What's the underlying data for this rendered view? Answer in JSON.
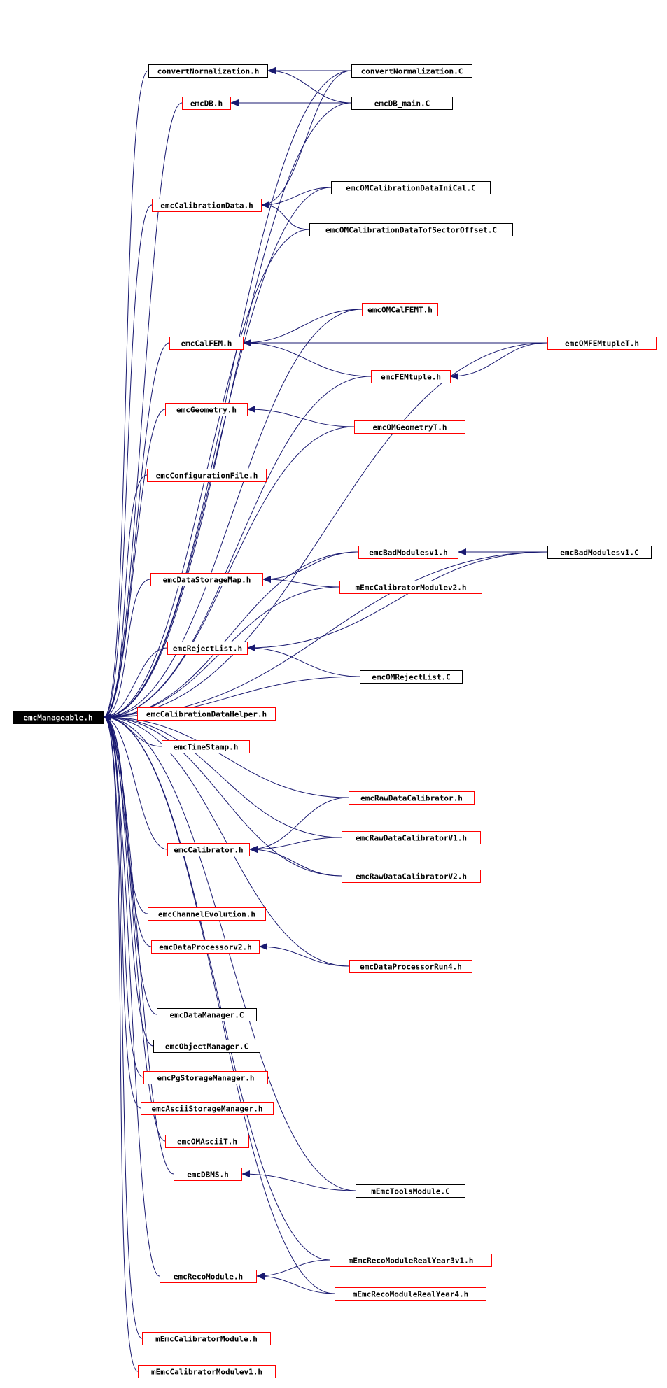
{
  "colors": {
    "edge": "#191970",
    "arrow": "#191970",
    "border_red": "#ff0000",
    "border_black": "#000000",
    "root_fill": "#000000",
    "root_text": "#ffffff",
    "text": "#000000"
  },
  "nodes": [
    {
      "id": "root",
      "label": "emcManageable.h",
      "style": "root"
    },
    {
      "id": "convNormH",
      "label": "convertNormalization.h",
      "style": "black"
    },
    {
      "id": "convNormC",
      "label": "convertNormalization.C",
      "style": "black"
    },
    {
      "id": "emcDBh",
      "label": "emcDB.h",
      "style": "red"
    },
    {
      "id": "emcDBmain",
      "label": "emcDB_main.C",
      "style": "black"
    },
    {
      "id": "calIniCal",
      "label": "emcOMCalibrationDataIniCal.C",
      "style": "black"
    },
    {
      "id": "calDataH",
      "label": "emcCalibrationData.h",
      "style": "red"
    },
    {
      "id": "calTof",
      "label": "emcOMCalibrationDataTofSectorOffset.C",
      "style": "black"
    },
    {
      "id": "omCalFEMT",
      "label": "emcOMCalFEMT.h",
      "style": "red"
    },
    {
      "id": "calFEM",
      "label": "emcCalFEM.h",
      "style": "red"
    },
    {
      "id": "omFEMtupleT",
      "label": "emcOMFEMtupleT.h",
      "style": "red"
    },
    {
      "id": "femTuple",
      "label": "emcFEMtuple.h",
      "style": "red"
    },
    {
      "id": "geom",
      "label": "emcGeometry.h",
      "style": "red"
    },
    {
      "id": "omGeomT",
      "label": "emcOMGeometryT.h",
      "style": "red"
    },
    {
      "id": "confFile",
      "label": "emcConfigurationFile.h",
      "style": "red"
    },
    {
      "id": "badModv1h",
      "label": "emcBadModulesv1.h",
      "style": "red"
    },
    {
      "id": "badModv1C",
      "label": "emcBadModulesv1.C",
      "style": "black"
    },
    {
      "id": "dsMap",
      "label": "emcDataStorageMap.h",
      "style": "red"
    },
    {
      "id": "mCalModv2",
      "label": "mEmcCalibratorModulev2.h",
      "style": "red"
    },
    {
      "id": "rejList",
      "label": "emcRejectList.h",
      "style": "red"
    },
    {
      "id": "omRejList",
      "label": "emcOMRejectList.C",
      "style": "black"
    },
    {
      "id": "calHelper",
      "label": "emcCalibrationDataHelper.h",
      "style": "red"
    },
    {
      "id": "timeStamp",
      "label": "emcTimeStamp.h",
      "style": "red"
    },
    {
      "id": "rawCal",
      "label": "emcRawDataCalibrator.h",
      "style": "red"
    },
    {
      "id": "rawCalV1",
      "label": "emcRawDataCalibratorV1.h",
      "style": "red"
    },
    {
      "id": "calibratorH",
      "label": "emcCalibrator.h",
      "style": "red"
    },
    {
      "id": "rawCalV2",
      "label": "emcRawDataCalibratorV2.h",
      "style": "red"
    },
    {
      "id": "chanEvo",
      "label": "emcChannelEvolution.h",
      "style": "red"
    },
    {
      "id": "dpv2",
      "label": "emcDataProcessorv2.h",
      "style": "red"
    },
    {
      "id": "dpRun4",
      "label": "emcDataProcessorRun4.h",
      "style": "red"
    },
    {
      "id": "dataMgr",
      "label": "emcDataManager.C",
      "style": "black"
    },
    {
      "id": "objMgr",
      "label": "emcObjectManager.C",
      "style": "black"
    },
    {
      "id": "pgStore",
      "label": "emcPgStorageManager.h",
      "style": "red"
    },
    {
      "id": "asciiStore",
      "label": "emcAsciiStorageManager.h",
      "style": "red"
    },
    {
      "id": "omAsciiT",
      "label": "emcOMAsciiT.h",
      "style": "red"
    },
    {
      "id": "dbms",
      "label": "emcDBMS.h",
      "style": "red"
    },
    {
      "id": "toolsMod",
      "label": "mEmcToolsModule.C",
      "style": "black"
    },
    {
      "id": "recoYear3",
      "label": "mEmcRecoModuleRealYear3v1.h",
      "style": "red"
    },
    {
      "id": "recoMod",
      "label": "emcRecoModule.h",
      "style": "red"
    },
    {
      "id": "recoYear4",
      "label": "mEmcRecoModuleRealYear4.h",
      "style": "red"
    },
    {
      "id": "mCalMod",
      "label": "mEmcCalibratorModule.h",
      "style": "red"
    },
    {
      "id": "mCalModv1",
      "label": "mEmcCalibratorModulev1.h",
      "style": "red"
    }
  ],
  "edges": [
    [
      "convNormH",
      "root"
    ],
    [
      "convNormC",
      "root"
    ],
    [
      "emcDBh",
      "root"
    ],
    [
      "emcDBmain",
      "root"
    ],
    [
      "calIniCal",
      "root"
    ],
    [
      "calDataH",
      "root"
    ],
    [
      "calTof",
      "root"
    ],
    [
      "omCalFEMT",
      "root"
    ],
    [
      "calFEM",
      "root"
    ],
    [
      "omFEMtupleT",
      "root"
    ],
    [
      "femTuple",
      "root"
    ],
    [
      "geom",
      "root"
    ],
    [
      "omGeomT",
      "root"
    ],
    [
      "confFile",
      "root"
    ],
    [
      "badModv1h",
      "root"
    ],
    [
      "badModv1C",
      "root"
    ],
    [
      "dsMap",
      "root"
    ],
    [
      "mCalModv2",
      "root"
    ],
    [
      "rejList",
      "root"
    ],
    [
      "omRejList",
      "root"
    ],
    [
      "calHelper",
      "root"
    ],
    [
      "timeStamp",
      "root"
    ],
    [
      "rawCal",
      "root"
    ],
    [
      "rawCalV1",
      "root"
    ],
    [
      "calibratorH",
      "root"
    ],
    [
      "rawCalV2",
      "root"
    ],
    [
      "chanEvo",
      "root"
    ],
    [
      "dpv2",
      "root"
    ],
    [
      "dpRun4",
      "root"
    ],
    [
      "dataMgr",
      "root"
    ],
    [
      "objMgr",
      "root"
    ],
    [
      "pgStore",
      "root"
    ],
    [
      "asciiStore",
      "root"
    ],
    [
      "omAsciiT",
      "root"
    ],
    [
      "dbms",
      "root"
    ],
    [
      "toolsMod",
      "root"
    ],
    [
      "recoYear3",
      "root"
    ],
    [
      "recoMod",
      "root"
    ],
    [
      "recoYear4",
      "root"
    ],
    [
      "mCalMod",
      "root"
    ],
    [
      "mCalModv1",
      "root"
    ],
    [
      "convNormC",
      "convNormH"
    ],
    [
      "emcDBmain",
      "convNormH"
    ],
    [
      "emcDBmain",
      "emcDBh"
    ],
    [
      "convNormC",
      "calDataH"
    ],
    [
      "calIniCal",
      "calDataH"
    ],
    [
      "calTof",
      "calDataH"
    ],
    [
      "omCalFEMT",
      "calFEM"
    ],
    [
      "omFEMtupleT",
      "calFEM"
    ],
    [
      "femTuple",
      "calFEM"
    ],
    [
      "omFEMtupleT",
      "femTuple"
    ],
    [
      "omGeomT",
      "geom"
    ],
    [
      "badModv1h",
      "dsMap"
    ],
    [
      "mCalModv2",
      "dsMap"
    ],
    [
      "badModv1C",
      "badModv1h"
    ],
    [
      "badModv1C",
      "rejList"
    ],
    [
      "omRejList",
      "rejList"
    ],
    [
      "rawCal",
      "calibratorH"
    ],
    [
      "rawCalV1",
      "calibratorH"
    ],
    [
      "rawCalV2",
      "calibratorH"
    ],
    [
      "dpRun4",
      "dpv2"
    ],
    [
      "toolsMod",
      "dbms"
    ],
    [
      "recoYear3",
      "recoMod"
    ],
    [
      "recoYear4",
      "recoMod"
    ]
  ]
}
